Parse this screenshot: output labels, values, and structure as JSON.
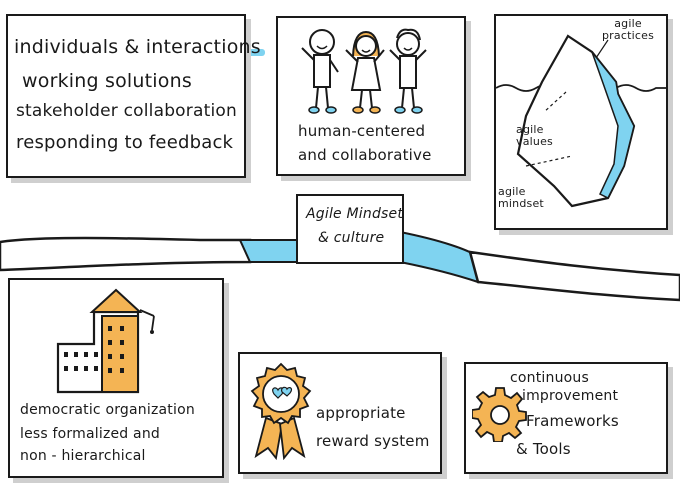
{
  "values_card": {
    "lines": [
      "individuals & interactions",
      "working solutions",
      "stakeholder collaboration",
      "responding to feedback"
    ]
  },
  "people_card": {
    "line1": "human-centered",
    "line2": "and collaborative"
  },
  "iceberg_card": {
    "practices": "agile\npractices",
    "values": "agile\nvalues",
    "mindset": "agile\nmindset"
  },
  "banner": {
    "line1": "Agile Mindset",
    "line2": "& culture"
  },
  "org_card": {
    "line1": "democratic organization",
    "line2": "less formalized and",
    "line3": "non - hierarchical"
  },
  "reward_card": {
    "line1": "appropriate",
    "line2": "reward system"
  },
  "improve_card": {
    "line1": "continuous",
    "line2": "improvement",
    "line3": "Frameworks",
    "line4": "& Tools"
  },
  "colors": {
    "blue": "#7fd3f0",
    "orange": "#f4b454",
    "ink": "#1a1a1a"
  }
}
